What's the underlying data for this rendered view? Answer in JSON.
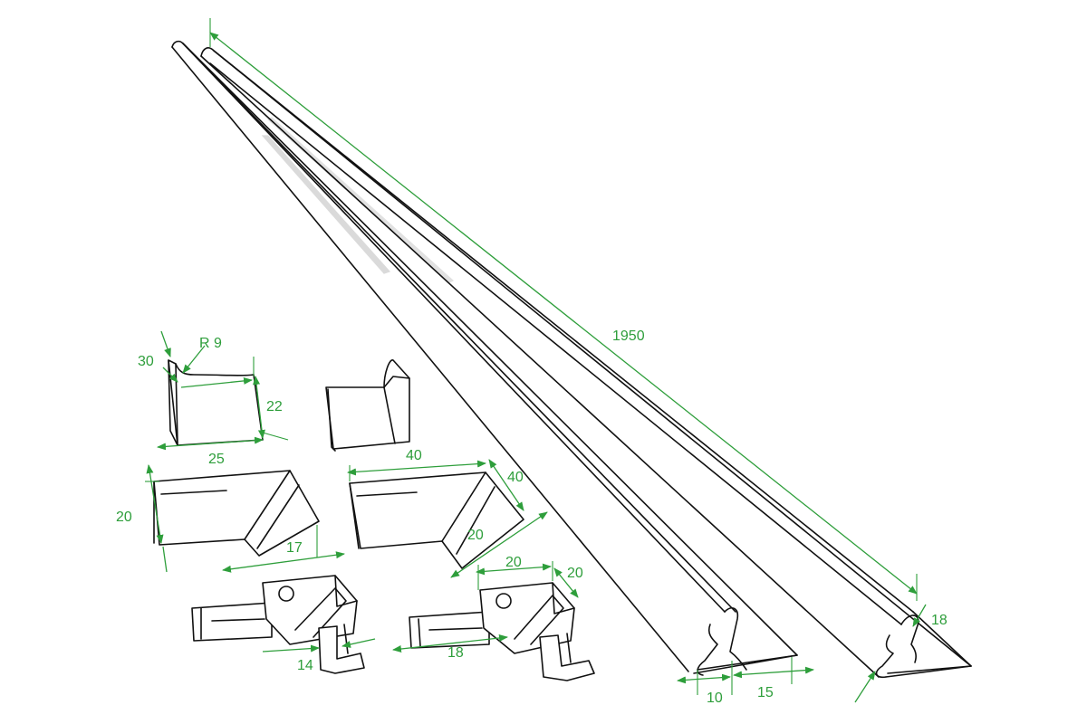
{
  "colors": {
    "dimension": "#2e9e3b",
    "outline": "#111111",
    "background": "#ffffff"
  },
  "dimensions": {
    "rail_length": "1950",
    "rail_height": "18",
    "rail_width_a": "10",
    "rail_width_b": "15",
    "end_cap_radius": "R 9",
    "end_cap_depth": "30",
    "end_cap_height": "22",
    "end_cap_width": "25",
    "corner_height": "20",
    "corner_leg": "17",
    "corner2_length": "40",
    "corner2_side": "40",
    "corner2_leg": "20",
    "connector_width": "20",
    "connector_depth": "20",
    "connector_pin_a": "14",
    "connector_pin_b": "18"
  }
}
